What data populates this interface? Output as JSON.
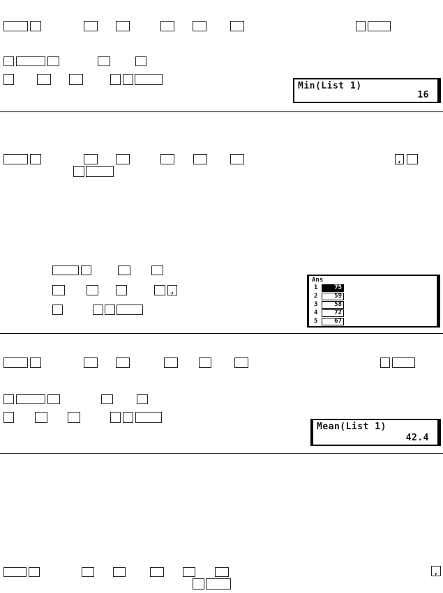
{
  "screens": {
    "min": {
      "expression": "Min(List 1)",
      "result": "16"
    },
    "ans": {
      "title": "Ans",
      "rows": [
        {
          "index": "1",
          "value": "75"
        },
        {
          "index": "2",
          "value": "59"
        },
        {
          "index": "3",
          "value": "58"
        },
        {
          "index": "4",
          "value": "72"
        },
        {
          "index": "5",
          "value": "67"
        }
      ]
    },
    "mean": {
      "expression": "Mean(List 1)",
      "result": "42.4"
    }
  },
  "keys": {
    "comma_label": ","
  }
}
